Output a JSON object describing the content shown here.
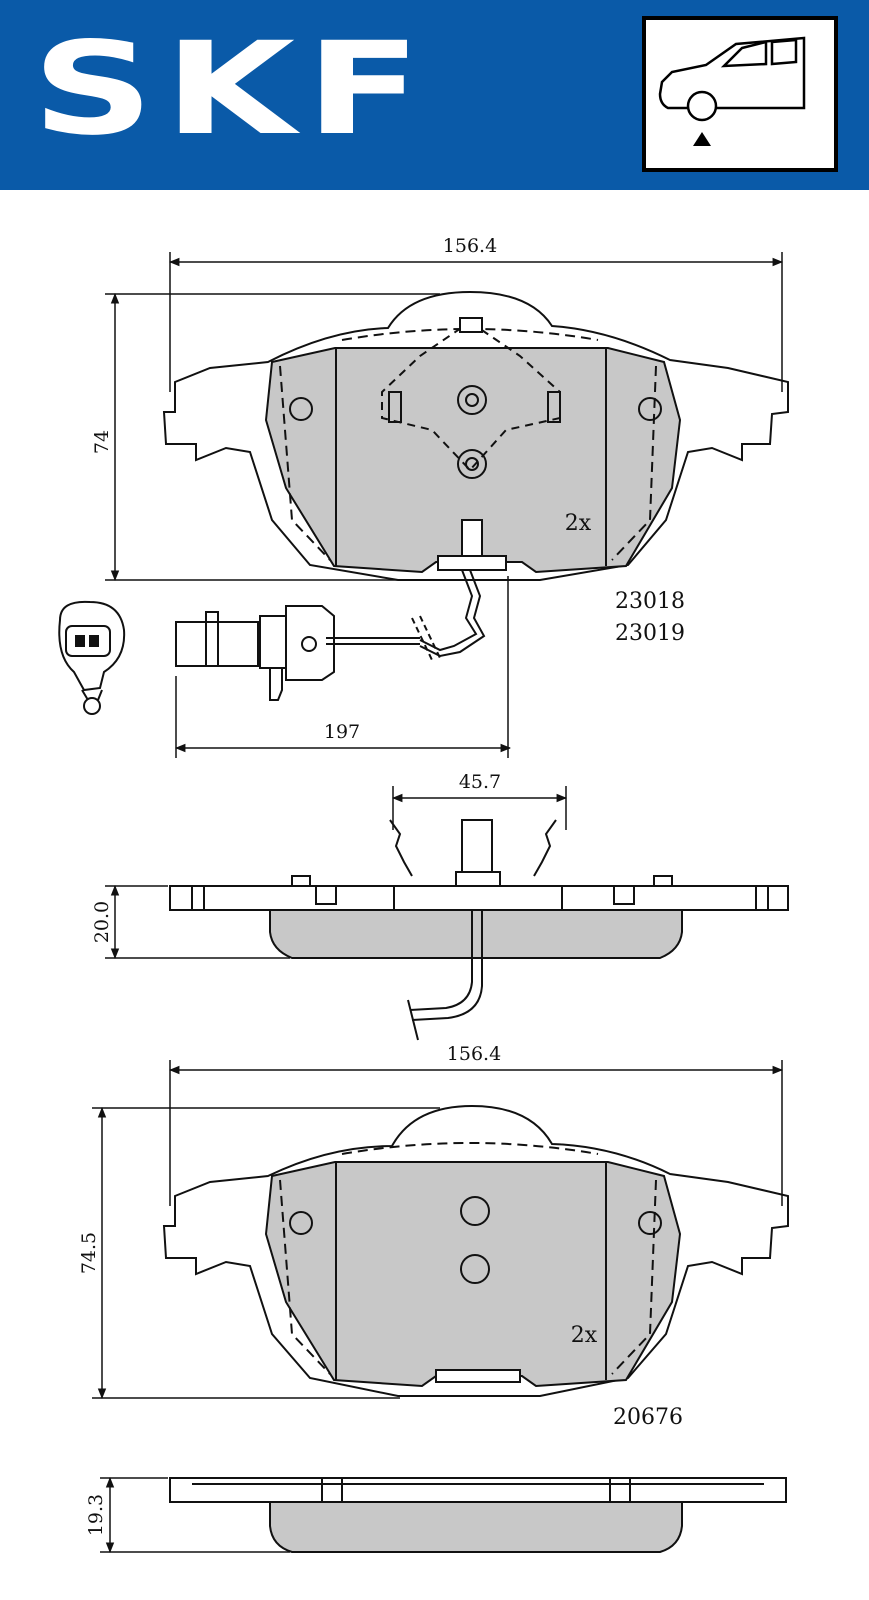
{
  "brand": {
    "logo_text": "SKF",
    "header_color": "#0a5aa8",
    "axle_icon": "car-front-axle-icon"
  },
  "colors": {
    "pad_fill": "#c8c8c8",
    "line": "#111111"
  },
  "front_pad": {
    "width_dim": "156.4",
    "height_dim": "74",
    "quantity": "2x",
    "part_numbers": [
      "23018",
      "23019"
    ],
    "sensor_length_dim": "197"
  },
  "side_view_1": {
    "clip_dim": "45.7",
    "thickness_dim": "20.0"
  },
  "rear_pad": {
    "width_dim": "156.4",
    "height_dim": "74.5",
    "quantity": "2x",
    "part_number": "20676"
  },
  "side_view_2": {
    "thickness_dim": "19.3"
  }
}
